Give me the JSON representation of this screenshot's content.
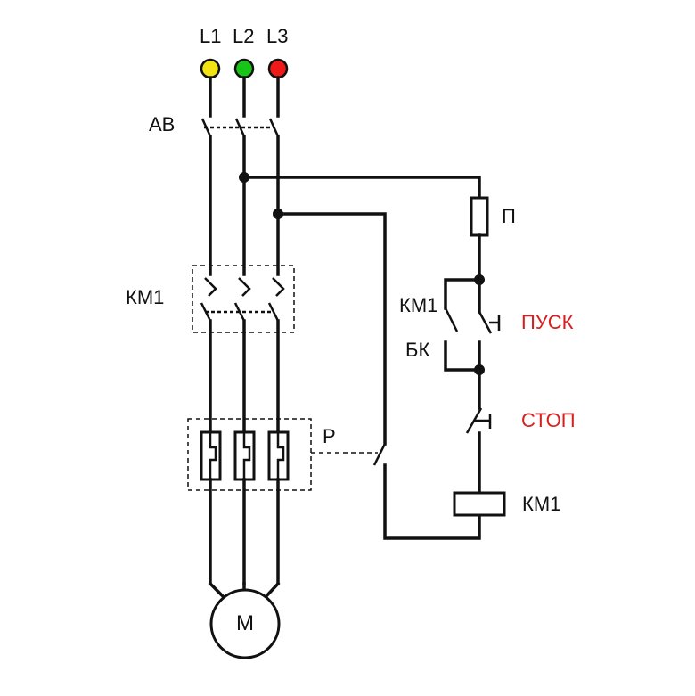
{
  "phases": [
    {
      "label": "L1",
      "color": "#f2e312"
    },
    {
      "label": "L2",
      "color": "#19c419"
    },
    {
      "label": "L3",
      "color": "#ee1a1a"
    }
  ],
  "labels": {
    "breaker": "АВ",
    "contactor": "КМ1",
    "relay": "Р",
    "fuse": "П",
    "aux_contact_top": "КМ1",
    "aux_contact_bottom": "БК",
    "start_button": "ПУСК",
    "stop_button": "СТОП",
    "coil": "КМ1",
    "motor": "М"
  },
  "colors": {
    "wire": "#111111",
    "button_text": "#d62020"
  }
}
